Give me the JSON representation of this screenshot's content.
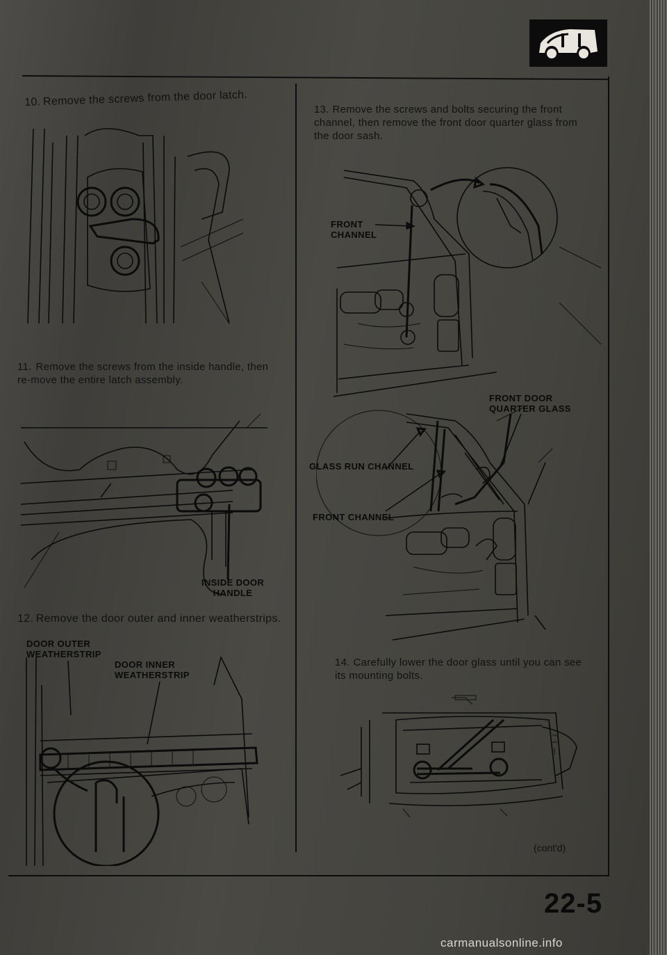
{
  "steps": [
    {
      "number": "10.",
      "text": "Remove the screws from the door latch."
    },
    {
      "number": "11.",
      "text": "Remove the screws from the inside handle, then re-move the entire latch assembly."
    },
    {
      "number": "12.",
      "text": "Remove the door outer and inner weatherstrips."
    },
    {
      "number": "13.",
      "text": "Remove the screws and bolts securing the front channel, then remove the front door quarter glass from the door sash."
    },
    {
      "number": "14.",
      "text": "Carefully lower the door glass until you can see its mounting bolts."
    }
  ],
  "labels": {
    "inside_door_handle": "INSIDE DOOR HANDLE",
    "door_outer_weatherstrip": "DOOR OUTER WEATHERSTRIP",
    "door_inner_weatherstrip": "DOOR INNER WEATHERSTRIP",
    "front_channel_1": "FRONT CHANNEL",
    "front_door_quarter_glass": "FRONT DOOR QUARTER GLASS",
    "glass_run_channel": "GLASS RUN CHANNEL",
    "front_channel_2": "FRONT CHANNEL"
  },
  "footer": {
    "contd": "(cont'd)",
    "page_number": "22-5",
    "watermark": "carmanualsonline.info"
  },
  "icons": [
    "car-body-icon"
  ]
}
